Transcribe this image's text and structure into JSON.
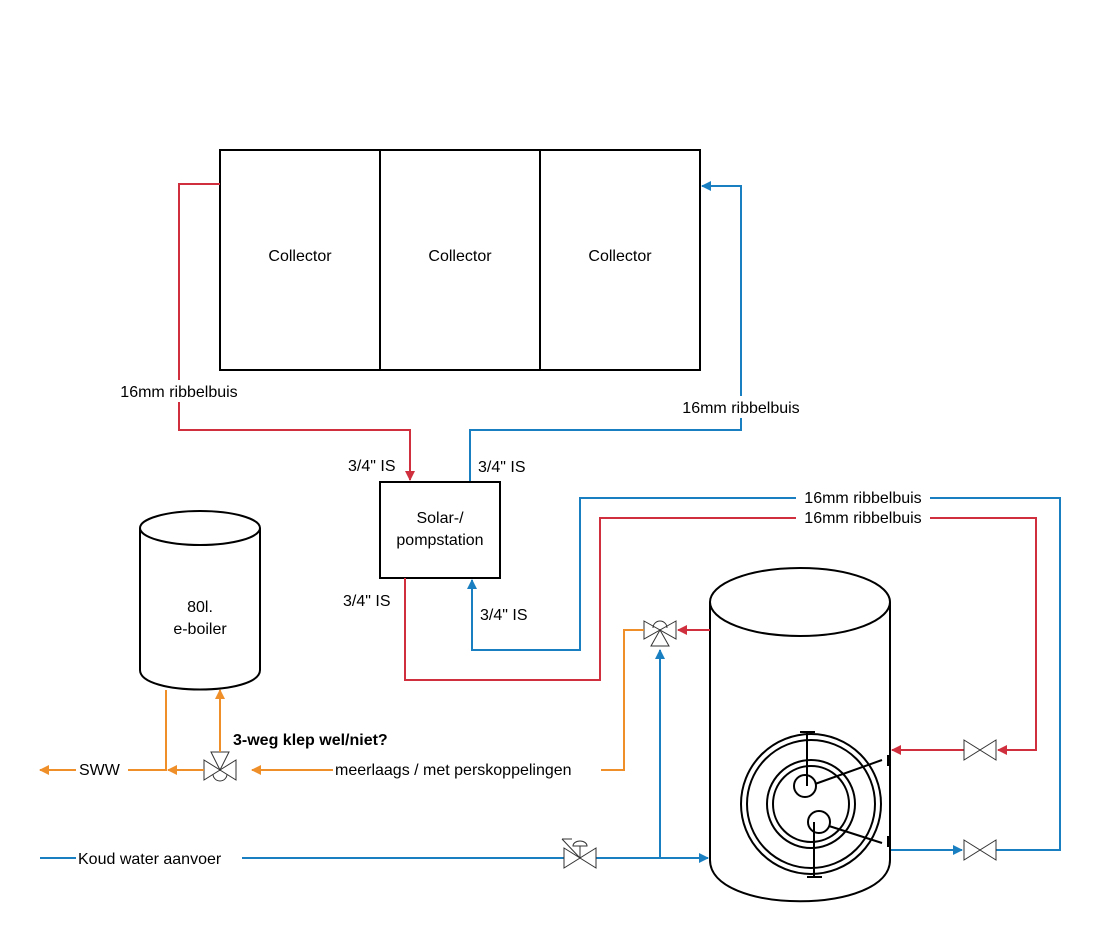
{
  "colors": {
    "hot": "#d0303e",
    "cold": "#1a7fc1",
    "domestic": "#ef8f2a",
    "outline": "#000000"
  },
  "collectors": [
    {
      "label": "Collector"
    },
    {
      "label": "Collector"
    },
    {
      "label": "Collector"
    }
  ],
  "pump_station": {
    "line1": "Solar-/",
    "line2": "pompstation"
  },
  "e_boiler": {
    "line1": "80l.",
    "line2": "e-boiler"
  },
  "pipe_labels": {
    "collector_out": "16mm ribbelbuis",
    "collector_in": "16mm ribbelbuis",
    "pump_in_hot": "3/4\" IS",
    "pump_out_cold": "3/4\" IS",
    "pump_out_hot": "3/4\" IS",
    "pump_in_cold": "3/4\" IS",
    "tank_cold_run": "16mm ribbelbuis",
    "tank_hot_run": "16mm ribbelbuis",
    "multilayer": "meerlaags / met perskoppelingen",
    "sww": "SWW",
    "cold_supply": "Koud water aanvoer"
  },
  "annotations": {
    "three_way_question": "3-weg klep wel/niet?"
  }
}
